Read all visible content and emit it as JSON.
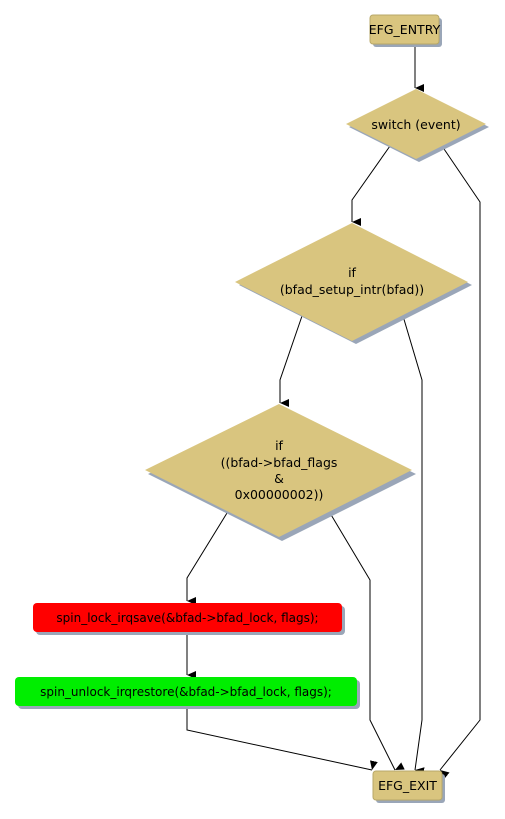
{
  "colors": {
    "decision_fill": "#d9c57f",
    "terminal_fill": "#d9c57f",
    "shadow": "#9aa6b8",
    "lock_fill": "#ff0000",
    "unlock_fill": "#00ee00",
    "edge": "#000000"
  },
  "nodes": {
    "entry": {
      "label": "EFG_ENTRY"
    },
    "switch": {
      "label": "switch (event)"
    },
    "if_setup": {
      "lines": [
        "if",
        "(bfad_setup_intr(bfad))"
      ]
    },
    "if_flags": {
      "lines": [
        "if",
        "((bfad->bfad_flags",
        "&",
        "0x00000002))"
      ]
    },
    "lock": {
      "label": "spin_lock_irqsave(&bfad->bfad_lock, flags);"
    },
    "unlock": {
      "label": "spin_unlock_irqrestore(&bfad->bfad_lock, flags);"
    },
    "exit": {
      "label": "EFG_EXIT"
    }
  }
}
